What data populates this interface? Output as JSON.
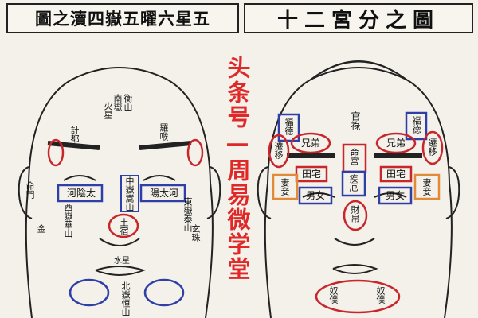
{
  "titles": {
    "left": "圖之瀆四嶽五曜六星五",
    "right": "十二宮分之圖"
  },
  "watermark": "头条号—周易微学堂",
  "left_face": {
    "labels": {
      "top_center_a": "南嶽",
      "top_center_b": "衡山",
      "top_center_c": "火星",
      "left_brow": "計都",
      "right_brow": "羅喉",
      "left_eye_box": "河陰太",
      "right_eye_box": "陽太河",
      "left_ear": "命門",
      "left_cheek": "西嶽華山",
      "right_cheek": "東嶽泰山",
      "nose": "中嶽嵩山",
      "nose_tip": "土宿",
      "chin": "北嶽恒山",
      "left_low": "金",
      "right_low": "玄珠",
      "mouth_top": "水星"
    }
  },
  "right_face": {
    "labels": {
      "forehead": "官祿",
      "left_fortune": "福德",
      "right_fortune": "福德",
      "left_travel": "遷移",
      "right_travel": "遷移",
      "left_siblings": "兄弟",
      "right_siblings": "兄弟",
      "life_palace": "命宫",
      "left_field": "田宅",
      "right_field": "田宅",
      "left_spouse": "妻妾",
      "right_spouse": "妻妾",
      "left_children": "男女",
      "right_children": "男女",
      "illness": "疾厄",
      "wealth": "財帛",
      "left_servant": "奴僕",
      "right_servant": "奴僕"
    }
  }
}
